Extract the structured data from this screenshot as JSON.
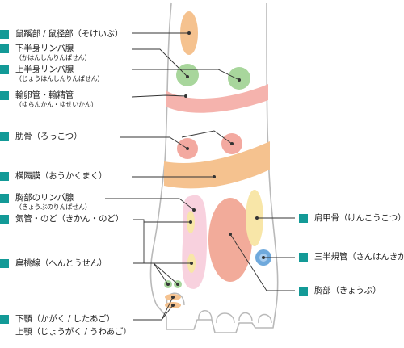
{
  "colors": {
    "teal": "#139a97",
    "line": "#333333",
    "foot_outline": "#b9b9b9",
    "peach": "#f5c28f",
    "green": "#a8d69c",
    "rose": "#f3a9a0",
    "salmon": "#f2ab9a",
    "pink_light": "#f8d1de",
    "yellow": "#f8e6a8",
    "blue": "#6fa9dc"
  },
  "labels": {
    "sokei": "鼠蹊部 / 鼠径部（そけいぶ）",
    "kahanshin": "下半身リンパ腺",
    "kahanshin_reading": "（かはんしんりんぱせん）",
    "johanshin": "上半身リンパ腺",
    "johanshin_reading": "（じょうはんしんりんぱせん）",
    "yuran": "輸卵管・輸精管",
    "yuran_reading": "（ゆらんかん・ゆせいかん）",
    "rokkotsu": "肋骨（ろっこつ）",
    "oukakumaku": "横隔膜（おうかくまく）",
    "kyoubu_lymph": "胸部のリンパ腺",
    "kyoubu_lymph_reading": "（きょうぶのりんぱせん）",
    "kikan": "気管・のど（きかん・のど）",
    "hentousen": "扁桃線（へんとうせん）",
    "kagaku": "下顎（かがく / したあご）",
    "jougaku": "上顎（じょうがく / うわあご）",
    "kenkoukotsu": "肩甲骨（けんこうこつ）",
    "sanhankikan": "三半規管（さんはんきかん）",
    "kyoubu": "胸部（きょうぶ）"
  }
}
